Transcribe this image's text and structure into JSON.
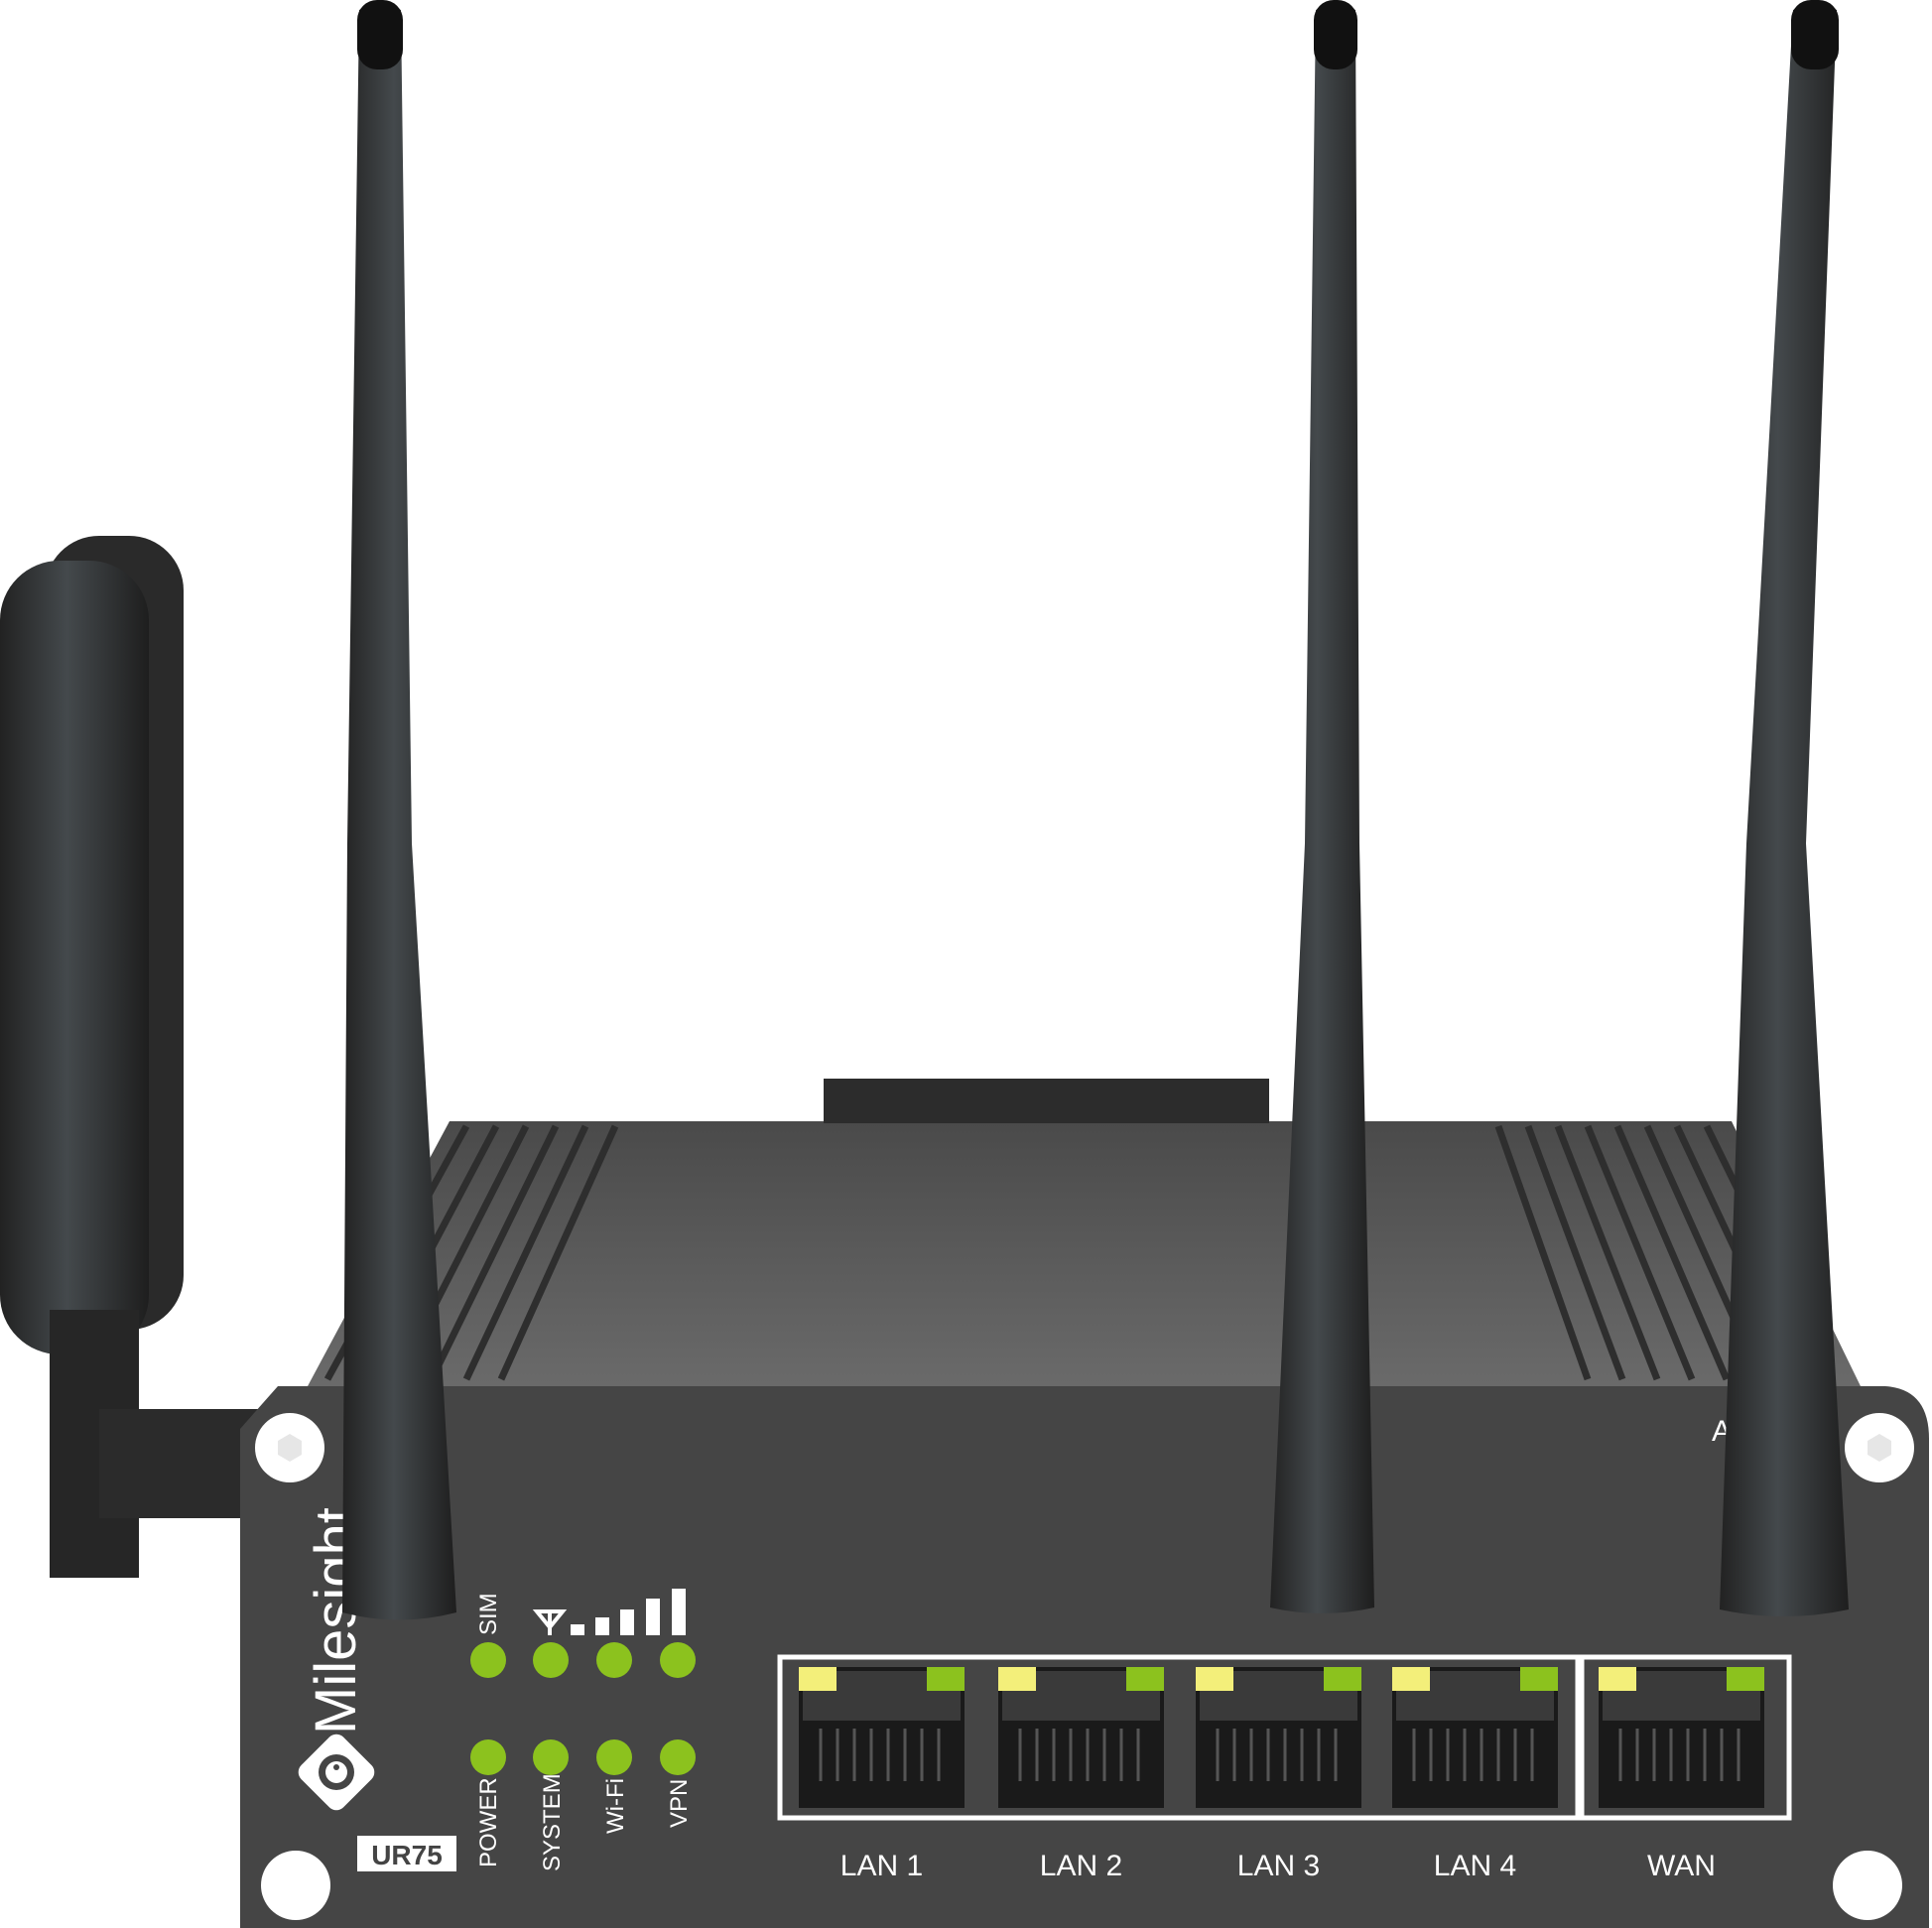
{
  "device": {
    "brand": "Milesight",
    "model": "UR75",
    "partial_label": "A"
  },
  "leds": {
    "top_row": [
      {
        "label": "SIM",
        "state": "on"
      },
      {
        "label": "",
        "icon": "cellular-signal-icon",
        "state": "on"
      },
      {
        "label": "",
        "state": "on"
      },
      {
        "label": "",
        "state": "on"
      }
    ],
    "bottom_row": [
      {
        "label": "POWER",
        "state": "on"
      },
      {
        "label": "SYSTEM",
        "state": "on"
      },
      {
        "label": "Wi-Fi",
        "state": "on"
      },
      {
        "label": "VPN",
        "state": "on"
      }
    ],
    "signal_bars": 5
  },
  "ports": [
    {
      "label": "LAN 1"
    },
    {
      "label": "LAN 2"
    },
    {
      "label": "LAN 3"
    },
    {
      "label": "LAN 4"
    },
    {
      "label": "WAN"
    }
  ],
  "colors": {
    "led_green": "#8cc21e",
    "port_led_yellow": "#f3ef7a",
    "port_led_green": "#8cc21e",
    "body": "#454545",
    "antenna": "#333638"
  }
}
